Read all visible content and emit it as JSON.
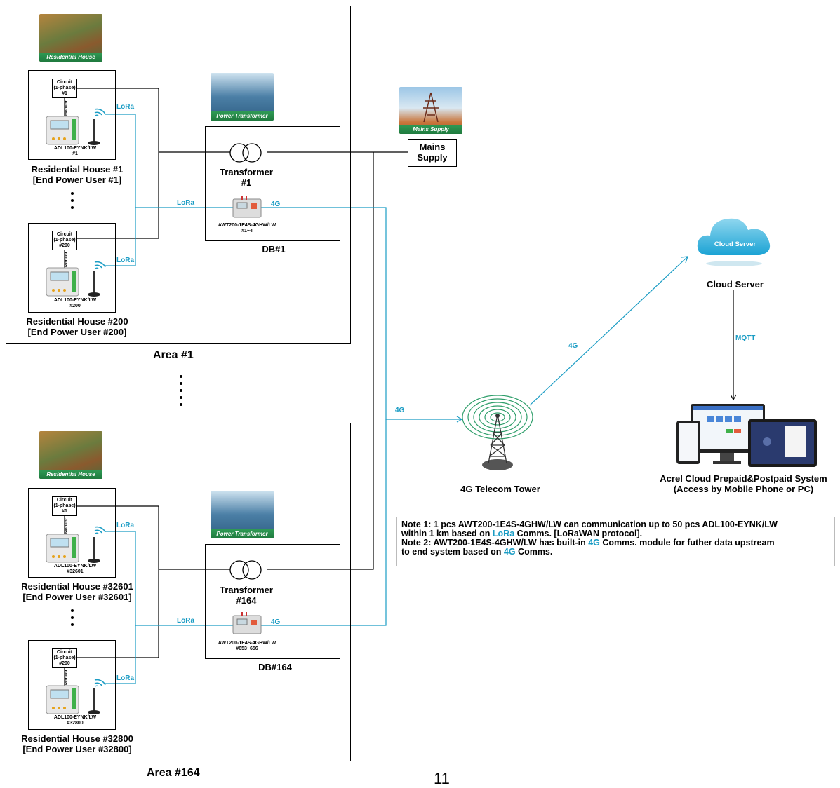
{
  "colors": {
    "lora": "#1a9cc4",
    "line": "#000000"
  },
  "areas": [
    {
      "label": "Area #1",
      "photo_caption": "Residential House",
      "transformer_photo_caption": "Power Transformer",
      "houses": [
        {
          "circuit": [
            "Circuit",
            "(1-phase)",
            "#1"
          ],
          "monitor": "Monitor",
          "meter_model": "ADL100-EYNK/LW",
          "meter_no": "#1",
          "title": "Residential House #1",
          "user": "[End Power User #1]"
        },
        {
          "circuit": [
            "Circuit",
            "(1-phase)",
            "#200"
          ],
          "monitor": "Monitor",
          "meter_model": "ADL100-EYNK/LW",
          "meter_no": "#200",
          "title": "Residential House #200",
          "user": "[End Power User #200]"
        }
      ],
      "transformer": [
        "Transformer",
        "#1"
      ],
      "gateway_model": "AWT200-1E4S-4GHW/LW",
      "gateway_no": "#1~4",
      "db": "DB#1"
    },
    {
      "label": "Area #164",
      "photo_caption": "Residential House",
      "transformer_photo_caption": "Power Transformer",
      "houses": [
        {
          "circuit": [
            "Circuit",
            "(1-phase)",
            "#1"
          ],
          "monitor": "Monitor",
          "meter_model": "ADL100-EYNK/LW",
          "meter_no": "#32601",
          "title": "Residential House #32601",
          "user": "[End Power User #32601]"
        },
        {
          "circuit": [
            "Circuit",
            "(1-phase)",
            "#200"
          ],
          "monitor": "Monitor",
          "meter_model": "ADL100-EYNK/LW",
          "meter_no": "#32800",
          "title": "Residential House #32800",
          "user": "[End Power User #32800]"
        }
      ],
      "transformer": [
        "Transformer",
        "#164"
      ],
      "gateway_model": "AWT200-1E4S-4GHW/LW",
      "gateway_no": "#653~656",
      "db": "DB#164"
    }
  ],
  "comm": {
    "lora": "LoRa",
    "fourg": "4G",
    "mqtt": "MQTT"
  },
  "mains": {
    "photo_caption": "Mains Supply",
    "label": [
      "Mains",
      "Supply"
    ]
  },
  "tower_label": "4G Telecom Tower",
  "cloud": {
    "icon_text": "Cloud Server",
    "label": "Cloud Server"
  },
  "system": {
    "label": [
      "Acrel Cloud Prepaid&Postpaid System",
      "(Access by Mobile Phone or PC)"
    ]
  },
  "notes": {
    "n1_a": "Note 1: 1 pcs AWT200-1E4S-4GHW/LW can communication up to 50 pcs ADL100-EYNK/LW",
    "n1_b_pre": "within 1 km based on ",
    "n1_b_lora": "LoRa",
    "n1_b_post": " Comms. [LoRaWAN protocol].",
    "n2_a_pre": "Note 2: AWT200-1E4S-4GHW/LW has built-in ",
    "n2_a_4g": "4G",
    "n2_a_post": " Comms. module for futher data upstream",
    "n2_b_pre": "to end system based on ",
    "n2_b_4g": "4G",
    "n2_b_post": " Comms."
  },
  "page_number": "11"
}
